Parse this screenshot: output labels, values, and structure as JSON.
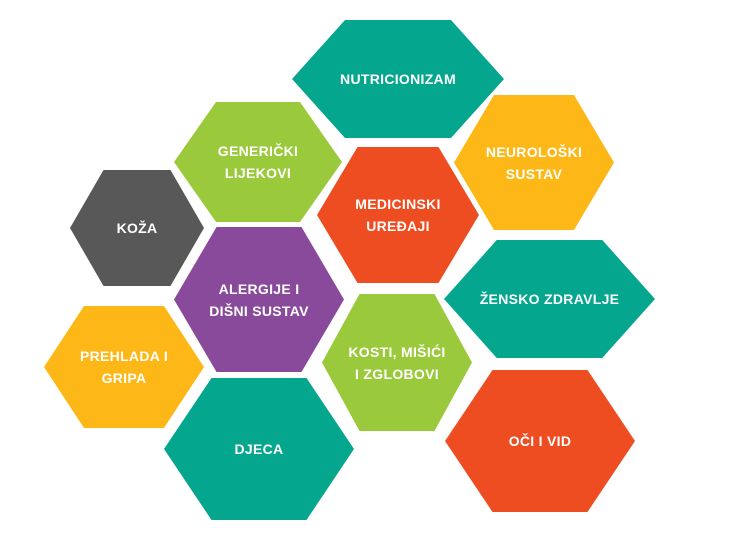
{
  "colors": {
    "teal": "#05A68E",
    "green": "#9BC93C",
    "yellow": "#FDB716",
    "orange_red": "#EE4D22",
    "purple": "#8A4A9B",
    "gray": "#585858"
  },
  "hexagons": [
    {
      "id": "nutricionizam",
      "label": "NUTRICIONIZAM",
      "color": "#05A68E"
    },
    {
      "id": "genericki-lijekovi",
      "label": "GENERIČKI\nLIJEKOVI",
      "color": "#9BC93C"
    },
    {
      "id": "neuroloski-sustav",
      "label": "NEUROLOŠKI\nSUSTAV",
      "color": "#FDB716"
    },
    {
      "id": "koza",
      "label": "KOŽA",
      "color": "#585858"
    },
    {
      "id": "medicinski-uredaji",
      "label": "MEDICINSKI\nUREĐAJI",
      "color": "#EE4D22"
    },
    {
      "id": "alergije-disni-sustav",
      "label": "ALERGIJE I\nDIŠNI SUSTAV",
      "color": "#8A4A9B"
    },
    {
      "id": "zensko-zdravlje",
      "label": "ŽENSKO ZDRAVLJE",
      "color": "#05A68E"
    },
    {
      "id": "prehlada-gripa",
      "label": "PREHLADA I\nGRIPA",
      "color": "#FDB716"
    },
    {
      "id": "kosti-misici-zglobovi",
      "label": "KOSTI, MIŠIĆI\nI ZGLOBOVI",
      "color": "#9BC93C"
    },
    {
      "id": "djeca",
      "label": "DJECA",
      "color": "#05A68E"
    },
    {
      "id": "oci-vid",
      "label": "OČI I VID",
      "color": "#EE4D22"
    }
  ]
}
